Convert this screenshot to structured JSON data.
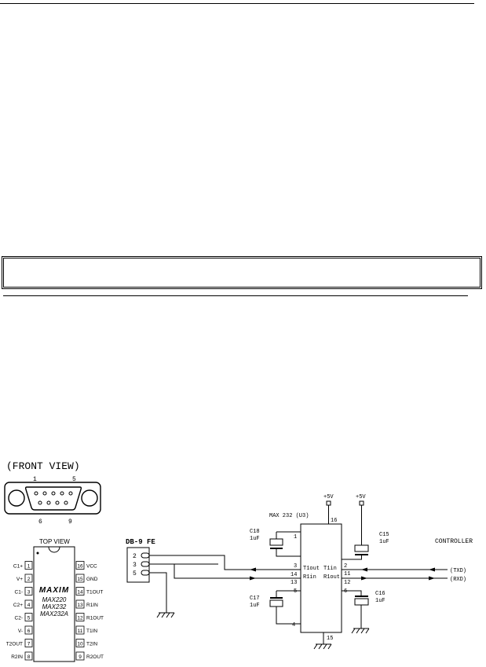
{
  "connector": {
    "title": "(FRONT VIEW)",
    "pins": {
      "p1": "1",
      "p5": "5",
      "p6": "6",
      "p9": "9"
    }
  },
  "chip": {
    "top_view": "TOP VIEW",
    "brand": "MAXIM",
    "parts": [
      "MAX220",
      "MAX232",
      "MAX232A"
    ],
    "left_pins": [
      {
        "num": "1",
        "name": "C1+"
      },
      {
        "num": "2",
        "name": "V+"
      },
      {
        "num": "3",
        "name": "C1-"
      },
      {
        "num": "4",
        "name": "C2+"
      },
      {
        "num": "5",
        "name": "C2-"
      },
      {
        "num": "6",
        "name": "V-"
      },
      {
        "num": "7",
        "name": "T2OUT"
      },
      {
        "num": "8",
        "name": "R2IN"
      }
    ],
    "right_pins": [
      {
        "num": "16",
        "name": "VCC"
      },
      {
        "num": "15",
        "name": "GND"
      },
      {
        "num": "14",
        "name": "T1OUT"
      },
      {
        "num": "13",
        "name": "R1IN"
      },
      {
        "num": "12",
        "name": "R1OUT"
      },
      {
        "num": "11",
        "name": "T1IN"
      },
      {
        "num": "10",
        "name": "T2IN"
      },
      {
        "num": "9",
        "name": "R2OUT"
      }
    ]
  },
  "schematic": {
    "db9_label": "DB-9 FE",
    "db9_pins": [
      "2",
      "3",
      "5"
    ],
    "ic_label": "MAX 232 (U3)",
    "vcc1": "+5V",
    "vcc2": "+5V",
    "caps": {
      "c18": {
        "name": "C18",
        "value": "1uF"
      },
      "c15": {
        "name": "C15",
        "value": "1uF"
      },
      "c17": {
        "name": "C17",
        "value": "1uF"
      },
      "c16": {
        "name": "C16",
        "value": "1uF"
      }
    },
    "ic_pins": {
      "p1": "1",
      "p2": "2",
      "p3": "3",
      "p4": "4",
      "p5": "5",
      "p6": "6",
      "p11": "11",
      "p12": "12",
      "p13": "13",
      "p14": "14",
      "p15": "15",
      "p16": "16"
    },
    "signals": {
      "t1out": "T1out",
      "r1in": "R1in",
      "t1in": "T1in",
      "r1out": "R1out"
    },
    "controller": "CONTROLLER",
    "txd": "(TXD)",
    "rxd": "(RXD)"
  }
}
